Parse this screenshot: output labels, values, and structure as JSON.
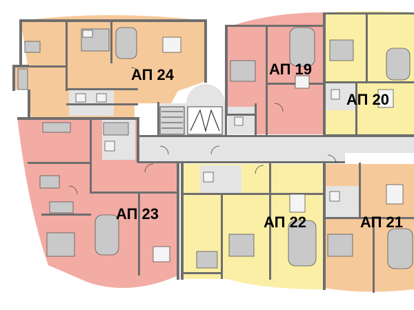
{
  "colors": {
    "apt24": "#f6c99a",
    "apt23": "#f2aca4",
    "apt19": "#f2aca4",
    "apt20": "#fbefa6",
    "apt22": "#fbefa6",
    "apt21": "#f6c99a",
    "bathroom": "#e4e4e4",
    "corridor": "#e4e4e4",
    "wall": "#6e6e6e"
  },
  "apartments": [
    {
      "id": "apt-24",
      "label": "АП 24"
    },
    {
      "id": "apt-19",
      "label": "АП 19"
    },
    {
      "id": "apt-20",
      "label": "АП 20"
    },
    {
      "id": "apt-23",
      "label": "АП 23"
    },
    {
      "id": "apt-22",
      "label": "АП 22"
    },
    {
      "id": "apt-21",
      "label": "АП 21"
    }
  ]
}
